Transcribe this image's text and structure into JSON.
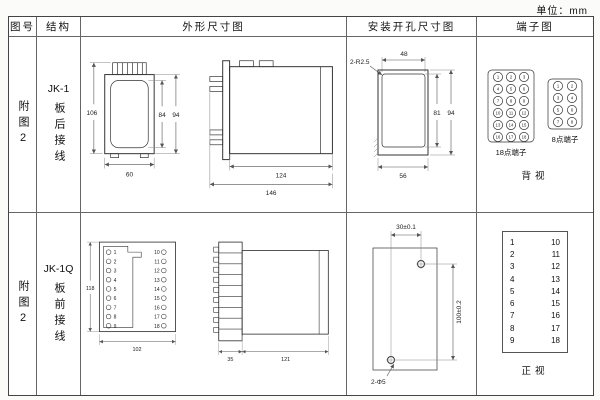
{
  "page": {
    "unit_label": "单位：mm"
  },
  "table": {
    "headers": [
      "图号",
      "结构",
      "外形尺寸图",
      "安装开孔尺寸图",
      "端子图"
    ]
  },
  "row1": {
    "fig_no": "附图2",
    "model": "JK-1",
    "wiring": "板后接线",
    "outline": {
      "h_total": "106",
      "h_inner": "84",
      "h_outer": "94",
      "w_bottom": "60",
      "side_w_body": "124",
      "side_w_total": "146"
    },
    "mount": {
      "radius_note": "2-R2.5",
      "w_top": "48",
      "h_inner": "81",
      "h_outer": "94",
      "w_bottom": "56"
    },
    "terminals": {
      "grid18": [
        "1",
        "2",
        "3",
        "4",
        "5",
        "6",
        "7",
        "8",
        "9",
        "10",
        "11",
        "12",
        "13",
        "14",
        "15",
        "16",
        "17",
        "18"
      ],
      "label18": "18点端子",
      "grid8": [
        "1",
        "2",
        "3",
        "4",
        "5",
        "6",
        "7",
        "8"
      ],
      "label8": "8点端子",
      "view": "背视"
    }
  },
  "row2": {
    "fig_no": "附图2",
    "model": "JK-1Q",
    "wiring": "板前接线",
    "outline": {
      "h_left": "118",
      "w_bottom": "102",
      "side_w_flange": "35",
      "side_w_body": "121",
      "left_terms": [
        "1",
        "2",
        "3",
        "4",
        "5",
        "6",
        "7",
        "8",
        "9"
      ],
      "right_terms": [
        "10",
        "11",
        "12",
        "13",
        "14",
        "15",
        "16",
        "17",
        "18"
      ]
    },
    "mount": {
      "w_top": "30±0.1",
      "h_right": "100±0.2",
      "hole_note": "2-Φ5"
    },
    "terminals": {
      "pairs": [
        [
          "1",
          "10"
        ],
        [
          "2",
          "11"
        ],
        [
          "3",
          "12"
        ],
        [
          "4",
          "13"
        ],
        [
          "5",
          "14"
        ],
        [
          "6",
          "15"
        ],
        [
          "7",
          "16"
        ],
        [
          "8",
          "17"
        ],
        [
          "9",
          "18"
        ]
      ],
      "view": "正视"
    }
  }
}
